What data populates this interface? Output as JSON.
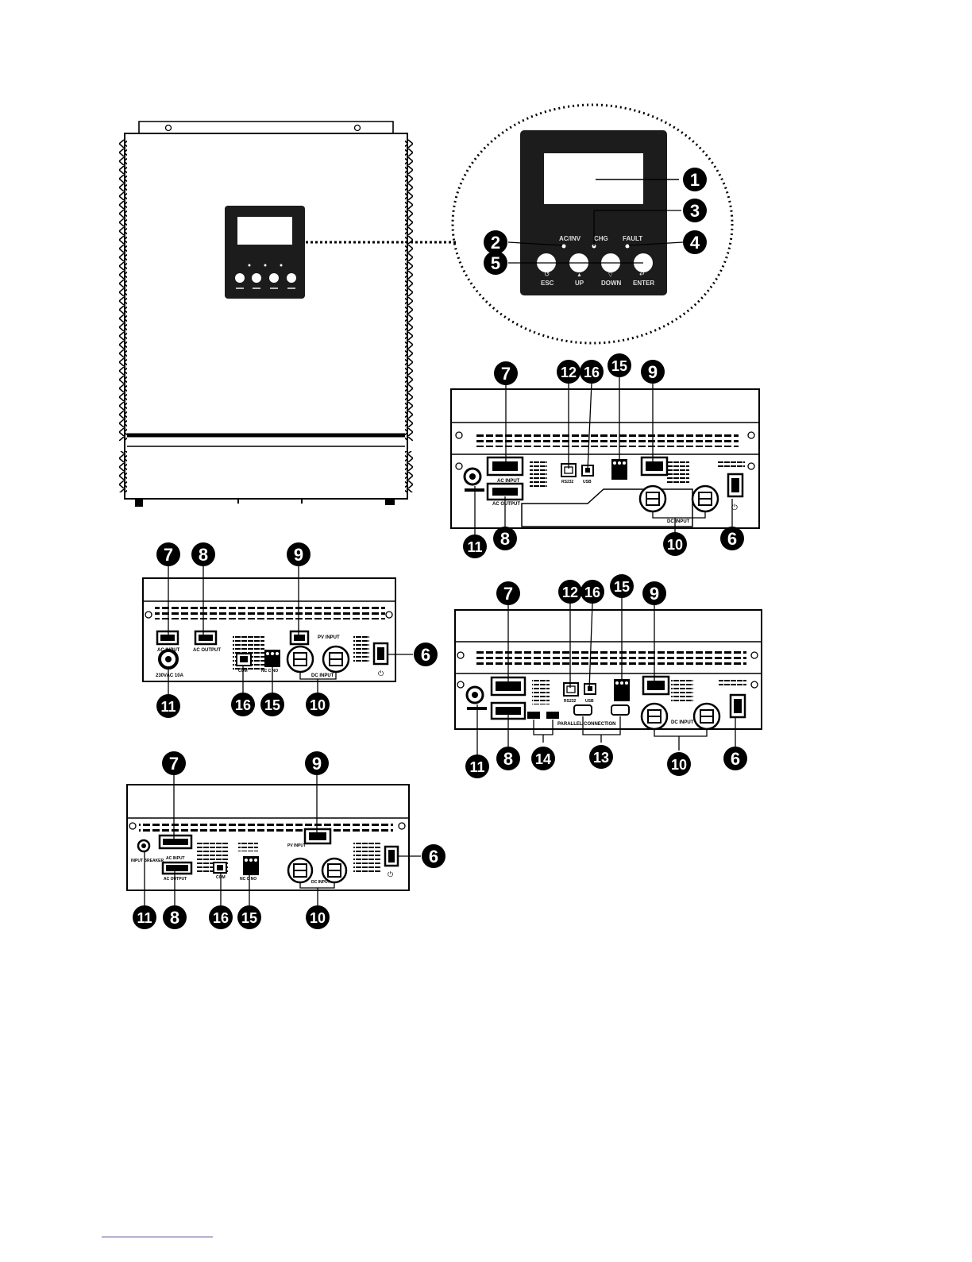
{
  "colors": {
    "ink": "#000000",
    "panel": "#1c1c1c",
    "paper": "#ffffff",
    "gray": "#999999",
    "light": "#dddddd"
  },
  "front_panel": {
    "indicators": [
      "AC/INV",
      "CHG",
      "FAULT"
    ],
    "buttons": [
      "ESC",
      "UP",
      "DOWN",
      "ENTER"
    ]
  },
  "rear_labels": {
    "ac_input": "AC INPUT",
    "ac_output": "AC OUTPUT",
    "pv_input": "PV INPUT",
    "dc_input": "DC INPUT",
    "com": "COM",
    "usb": "USB",
    "rs232": "RS232",
    "breaker": "230VAC 10A",
    "input_breaker": "INPUT BREAKER",
    "nc_c_no": "NC C NO",
    "parallel": "PARALLEL CONNECTION"
  },
  "callouts": {
    "n1": "1",
    "n2": "2",
    "n3": "3",
    "n4": "4",
    "n5": "5",
    "n6": "6",
    "n7": "7",
    "n8": "8",
    "n9": "9",
    "n10": "10",
    "n11": "11",
    "n12": "12",
    "n13": "13",
    "n14": "14",
    "n15": "15",
    "n16": "16"
  }
}
